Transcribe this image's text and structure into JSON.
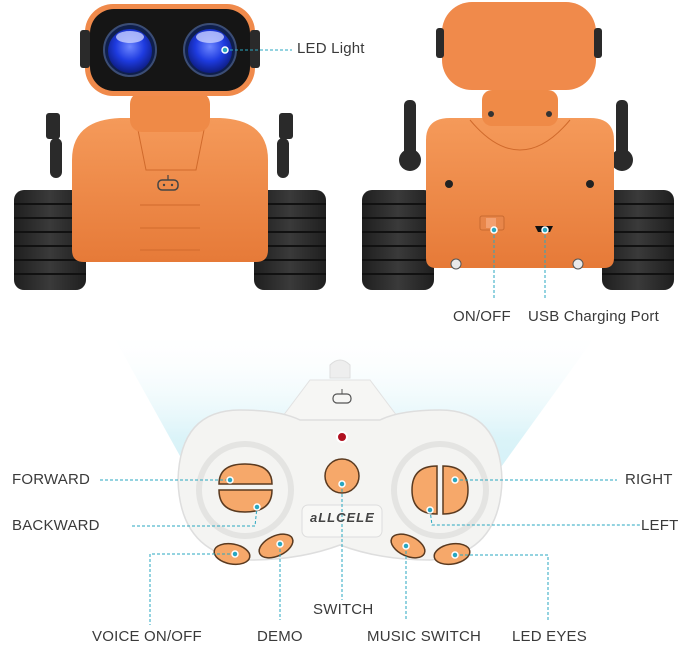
{
  "colors": {
    "robot_orange": "#F08A4B",
    "robot_orange_dark": "#D46E30",
    "tread_black": "#2B2B2B",
    "eye_blue": "#1E3BE0",
    "button_orange": "#F6A86A",
    "remote_white": "#F4F4F2",
    "callout_teal": "#2AA7C0",
    "glow_cyan": "#CDEFF6",
    "led_red": "#B01020",
    "text": "#3A3A3A"
  },
  "front_view": {
    "callouts": [
      {
        "id": "led-light",
        "label": "LED Light"
      }
    ]
  },
  "back_view": {
    "callouts": [
      {
        "id": "on-off",
        "label": "ON/OFF"
      },
      {
        "id": "usb-charging-port",
        "label": "USB Charging Port"
      }
    ]
  },
  "remote": {
    "brand": "aLLCELE",
    "callouts": [
      {
        "id": "forward",
        "label": "FORWARD"
      },
      {
        "id": "backward",
        "label": "BACKWARD"
      },
      {
        "id": "right",
        "label": "RIGHT"
      },
      {
        "id": "left",
        "label": "LEFT"
      },
      {
        "id": "switch",
        "label": "SWITCH"
      },
      {
        "id": "voice-on-off",
        "label": "VOICE ON/OFF"
      },
      {
        "id": "demo",
        "label": "DEMO"
      },
      {
        "id": "music-switch",
        "label": "MUSIC SWITCH"
      },
      {
        "id": "led-eyes",
        "label": "LED EYES"
      }
    ]
  }
}
